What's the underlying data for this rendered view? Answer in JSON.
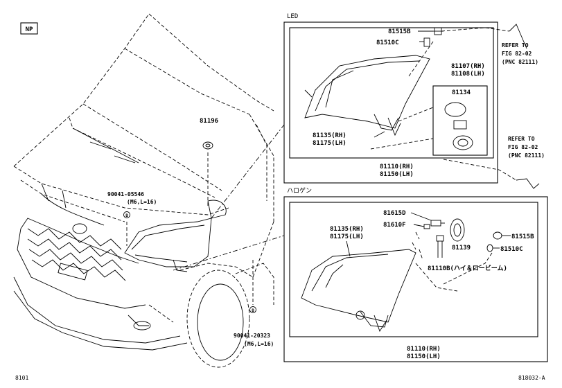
{
  "badge": "NP",
  "car_labels": {
    "p81196": "81196",
    "bolt1": "90041-05546",
    "bolt1_spec": "(M6,L=16)",
    "bolt2": "90041-20323",
    "bolt2_spec": "(M6,L=16)",
    "b_marker": "B"
  },
  "led": {
    "title": "LED",
    "socket": "81515B",
    "bulb": "81510C",
    "unit1": "81107(RH)",
    "unit2": "81108(LH)",
    "inner": "81134",
    "lens1": "81135(RH)",
    "lens2": "81175(LH)",
    "assy1": "81110(RH)",
    "assy2": "81150(LH)",
    "refer1": "REFER TO",
    "refer2": "FIG 82-02",
    "refer3": "(PNC 82111)"
  },
  "halogen": {
    "title": "ハロゲン",
    "p81615": "81615D",
    "p81610": "81610F",
    "lens1": "81135(RH)",
    "lens2": "81175(LH)",
    "cover": "81139",
    "socket": "81515B",
    "bulb": "81510C",
    "hilo": "81110B(ハイ＆ロービーム)",
    "assy1": "81110(RH)",
    "assy2": "81150(LH)",
    "refer1": "REFER TO",
    "refer2": "FIG 82-02",
    "refer3": "(PNC 82111)"
  },
  "footer": {
    "left": "8101",
    "right": "818032-A"
  }
}
